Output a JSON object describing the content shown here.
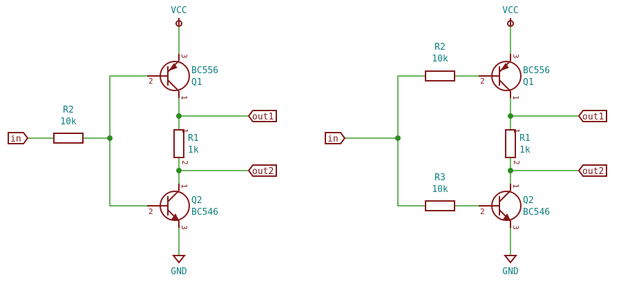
{
  "colors": {
    "wire": "#3a9b2a",
    "component": "#841818",
    "label": "#108080"
  },
  "left": {
    "vcc": "VCC",
    "gnd": "GND",
    "in": "in",
    "out1": "out1",
    "out2": "out2",
    "r2_ref": "R2",
    "r2_val": "10k",
    "r1_ref": "R1",
    "r1_val": "1k",
    "q1_part": "BC556",
    "q1_ref": "Q1",
    "q2_ref": "Q2",
    "q2_part": "BC546",
    "pin_q1_base": "2",
    "pin_q1_emitter": "3",
    "pin_q1_collector": "1",
    "pin_q2_base": "2",
    "pin_q2_collector": "1",
    "pin_q2_emitter": "3",
    "pin_r1_top": "1",
    "pin_r1_bot": "2"
  },
  "right": {
    "vcc": "VCC",
    "gnd": "GND",
    "in": "in",
    "out1": "out1",
    "out2": "out2",
    "r2_ref": "R2",
    "r2_val": "10k",
    "r3_ref": "R3",
    "r3_val": "10k",
    "r1_ref": "R1",
    "r1_val": "1k",
    "q1_part": "BC556",
    "q1_ref": "Q1",
    "q2_ref": "Q2",
    "q2_part": "BC546",
    "pin_q1_base": "2",
    "pin_q1_emitter": "3",
    "pin_q1_collector": "1",
    "pin_q2_base": "2",
    "pin_q2_collector": "1",
    "pin_q2_emitter": "3",
    "pin_r1_top": "1",
    "pin_r1_bot": "2"
  }
}
